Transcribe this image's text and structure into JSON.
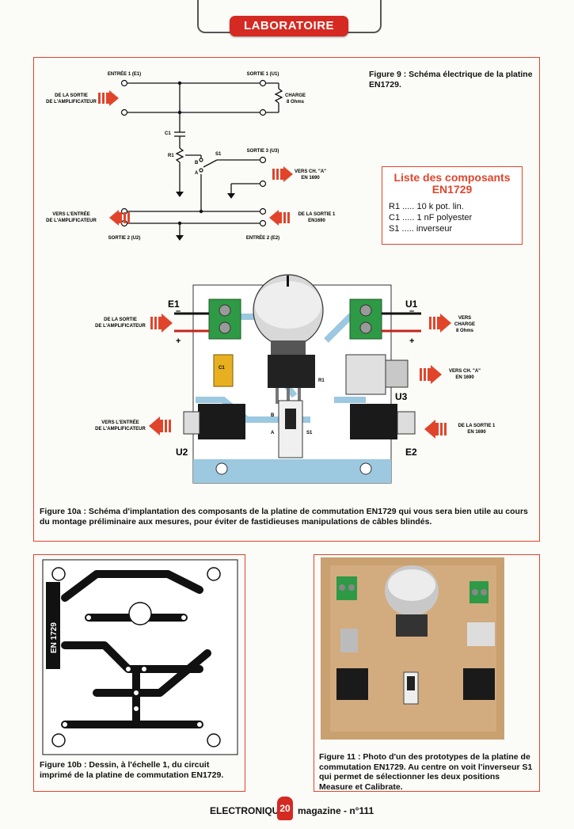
{
  "header": {
    "section": "LABORATOIRE"
  },
  "figure9": {
    "caption": "Figure 9 : Schéma électrique de la platine EN1729.",
    "labels": {
      "entree1": "ENTRÉE 1 (E1)",
      "sortie1": "SORTIE 1 (U1)",
      "de_la_sortie": "DE LA SORTIE",
      "de_l_amplificateur": "DE L'AMPLIFICATEUR",
      "charge": "CHARGE",
      "ohms": "8 Ohms",
      "c1": "C1",
      "r1": "R1",
      "s1": "S1",
      "b": "B",
      "a": "A",
      "sortie3": "SORTIE 3 (U3)",
      "vers_ch_a": "VERS CH. \"A\"",
      "en1690": "EN 1690",
      "vers_l_entree": "VERS L'ENTRÉE",
      "de_l_amplificateur2": "DE L'AMPLIFICATEUR",
      "de_la_sortie1": "DE LA SORTIE 1",
      "en1690b": "EN1690",
      "sortie2": "SORTIE 2 (U2)",
      "entree2": "ENTRÉE 2 (E2)"
    }
  },
  "components_list": {
    "title_line1": "Liste des composants",
    "title_line2": "EN1729",
    "items": [
      {
        "ref": "R1",
        "dots": ".....",
        "desc": "10 k pot. lin."
      },
      {
        "ref": "C1",
        "dots": ".....",
        "desc": "1 nF polyester"
      },
      {
        "ref": "S1",
        "dots": ".....",
        "desc": "inverseur"
      }
    ]
  },
  "figure10a": {
    "caption": "Figure 10a : Schéma d'implantation des composants de la platine de commutation EN1729 qui vous sera bien utile au cours du montage préliminaire aux mesures, pour éviter de fastidieuses manipulations de câbles blindés.",
    "labels": {
      "e1": "E1",
      "u1": "U1",
      "u2": "U2",
      "u3": "U3",
      "e2": "E2",
      "c1": "C1",
      "r1": "R1",
      "s1": "S1",
      "a": "A",
      "b": "B",
      "minus": "–",
      "plus": "+",
      "de_la_sortie": "DE LA SORTIE",
      "de_l_amplificateur": "DE L'AMPLIFICATEUR",
      "vers": "VERS",
      "charge": "CHARGE",
      "ohms": "8 Ohms",
      "vers_ch_a": "VERS CH. \"A\"",
      "en1690": "EN 1690",
      "vers_l_entree": "VERS L'ENTRÉE",
      "de_l_amplificateur2": "DE L'AMPLIFICATEUR",
      "de_la_sortie1": "DE LA SORTIE 1",
      "en1690b": "EN 1690"
    }
  },
  "figure10b": {
    "caption": "Figure 10b : Dessin, à l'échelle 1, du circuit imprimé de la platine de commutation EN1729.",
    "board_label": "EN 1729"
  },
  "figure11": {
    "caption": "Figure 11 : Photo d'un des prototypes de la platine de commutation EN1729. Au centre on voit l'inverseur S1 qui permet de sélectionner les deux positions Measure et Calibrate."
  },
  "footer": {
    "left": "ELECTRONIQUE",
    "page": "20",
    "right": "magazine - n°111"
  },
  "colors": {
    "accent": "#e0452c",
    "banner": "#d42a22",
    "pcb": "#9cc8e0",
    "terminal": "#2e9a45"
  }
}
